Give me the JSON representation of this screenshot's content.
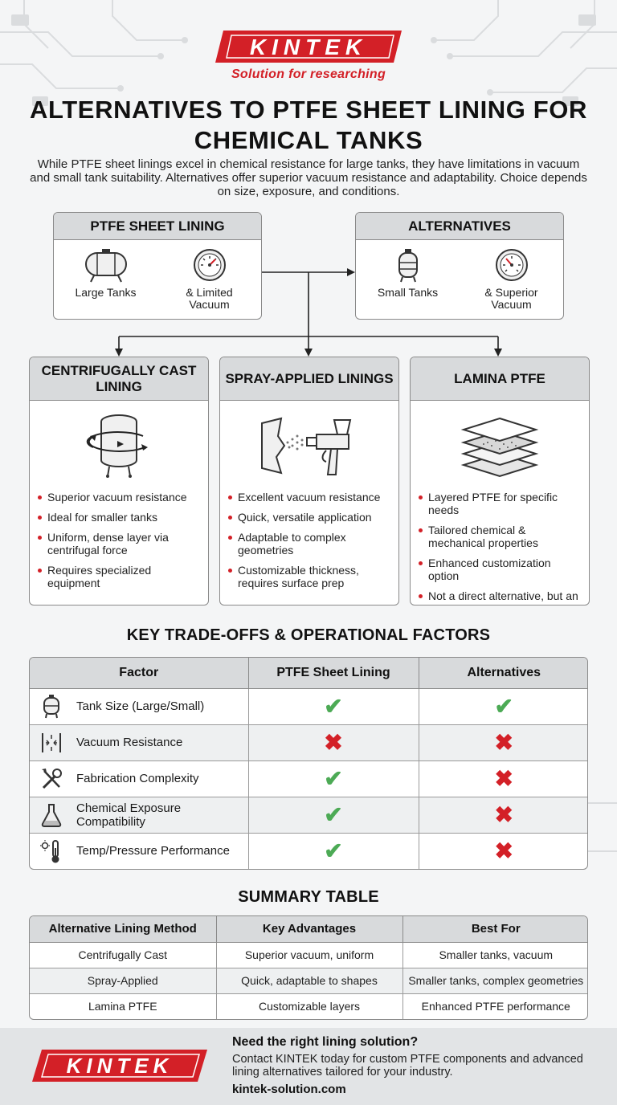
{
  "brand": {
    "name": "KINTEK",
    "tagline": "Solution for researching",
    "red": "#d32027"
  },
  "title": "ALTERNATIVES TO PTFE SHEET LINING FOR CHEMICAL TANKS",
  "intro": "While PTFE sheet linings excel in chemical resistance for large tanks, they have limitations in vacuum and small tank suitability. Alternatives offer superior vacuum resistance and adaptability. Choice depends on size, exposure, and conditions.",
  "top_boxes": [
    {
      "title": "PTFE SHEET LINING",
      "icons": [
        {
          "icon": "horizontal-tank-icon",
          "label": "Large Tanks"
        },
        {
          "icon": "pressure-gauge-icon",
          "label": "& Limited Vacuum"
        }
      ]
    },
    {
      "title": "ALTERNATIVES",
      "icons": [
        {
          "icon": "small-tank-icon",
          "label": "Small Tanks"
        },
        {
          "icon": "vacuum-gauge-icon",
          "label": "& Superior Vacuum"
        }
      ]
    }
  ],
  "methods": [
    {
      "title": "CENTRIFUGALLY CAST LINING",
      "icon": "rotating-drum-icon",
      "bullets": [
        "Superior vacuum resistance",
        "Ideal for smaller tanks",
        "Uniform, dense layer via centrifugal force",
        "Requires specialized equipment"
      ]
    },
    {
      "title": "SPRAY-APPLIED LININGS",
      "icon": "spray-gun-icon",
      "bullets": [
        "Excellent vacuum resistance",
        "Quick, versatile application",
        "Adaptable to complex geometries",
        "Customizable thickness, requires surface prep"
      ]
    },
    {
      "title": "LAMINA PTFE",
      "icon": "layered-sheets-icon",
      "bullets": [
        "Layered PTFE for specific needs",
        "Tailored chemical & mechanical properties",
        "Enhanced customization option",
        "Not a direct alternative, but an advanced PTFE solution"
      ]
    }
  ],
  "tradeoffs": {
    "title": "KEY TRADE-OFFS & OPERATIONAL FACTORS",
    "headers": [
      "Factor",
      "PTFE Sheet Lining",
      "Alternatives"
    ],
    "rows": [
      {
        "icon": "tank-icon",
        "factor": "Tank Size (Large/Small)",
        "ptfe": "yes",
        "alt": "yes"
      },
      {
        "icon": "vacuum-icon",
        "factor": "Vacuum Resistance",
        "ptfe": "no",
        "alt": "no"
      },
      {
        "icon": "tools-icon",
        "factor": "Fabrication Complexity",
        "ptfe": "yes",
        "alt": "no"
      },
      {
        "icon": "flask-icon",
        "factor": "Chemical Exposure Compatibility",
        "ptfe": "yes",
        "alt": "no"
      },
      {
        "icon": "thermometer-icon",
        "factor": "Temp/Pressure Performance",
        "ptfe": "yes",
        "alt": "no"
      }
    ],
    "check_color": "#4caa55",
    "cross_color": "#d32027"
  },
  "summary": {
    "title": "SUMMARY TABLE",
    "headers": [
      "Alternative Lining Method",
      "Key Advantages",
      "Best For"
    ],
    "rows": [
      [
        "Centrifugally Cast",
        "Superior vacuum, uniform",
        "Smaller tanks, vacuum"
      ],
      [
        "Spray-Applied",
        "Quick, adaptable to shapes",
        "Smaller tanks, complex geometries"
      ],
      [
        "Lamina PTFE",
        "Customizable layers",
        "Enhanced PTFE performance"
      ]
    ]
  },
  "footer": {
    "cta_title": "Need the right lining solution?",
    "cta_text": "Contact KINTEK today for custom PTFE components and advanced lining alternatives tailored for your industry.",
    "url": "kintek-solution.com"
  }
}
